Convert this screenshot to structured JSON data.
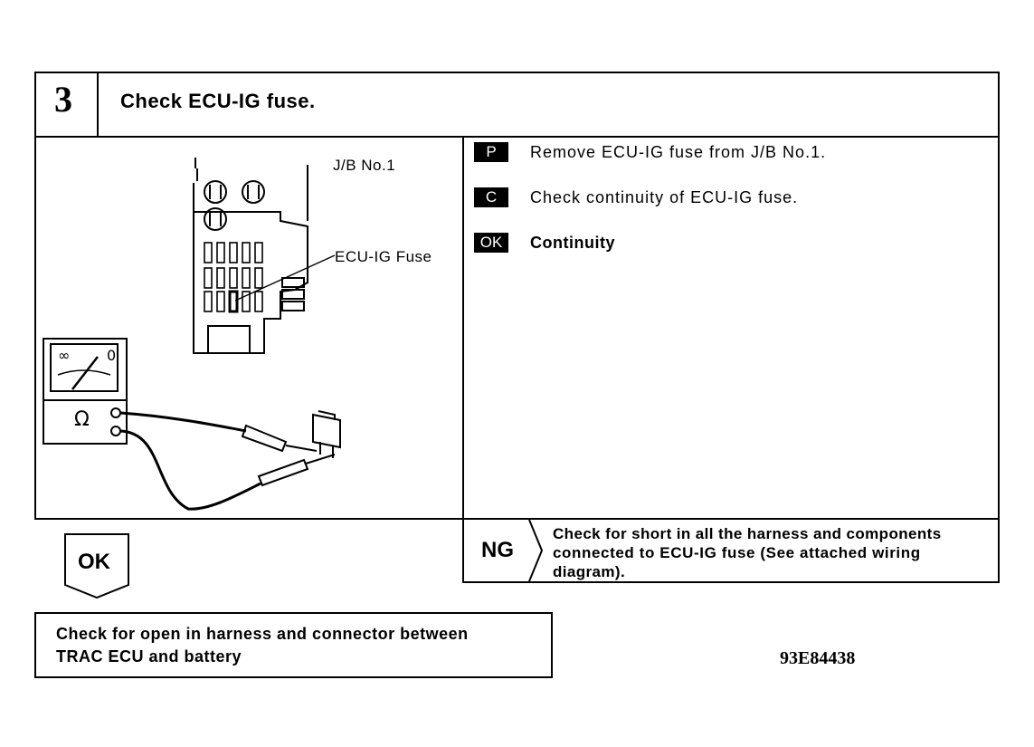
{
  "step": {
    "number": "3",
    "title": "Check ECU-IG fuse."
  },
  "figure": {
    "jb_label": "J/B No.1",
    "fuse_label": "ECU-IG Fuse",
    "meter_infinity": "∞",
    "meter_zero": "0",
    "meter_ohm": "Ω"
  },
  "instructions": [
    {
      "badge": "P",
      "text": "Remove ECU-IG fuse from J/B No.1.",
      "bold": false
    },
    {
      "badge": "C",
      "text": "Check continuity of ECU-IG fuse.",
      "bold": false
    },
    {
      "badge": "OK",
      "text": "Continuity",
      "bold": true
    }
  ],
  "ng": {
    "label": "NG",
    "line1": "Check for short in all the harness and components",
    "line2": "connected to ECU-IG fuse (See attached wiring",
    "line3": "diagram)."
  },
  "ok_arrow": {
    "label": "OK"
  },
  "next_step": {
    "line1": "Check for open in harness and connector between",
    "line2": "TRAC ECU and battery"
  },
  "figure_code": "93E84438"
}
